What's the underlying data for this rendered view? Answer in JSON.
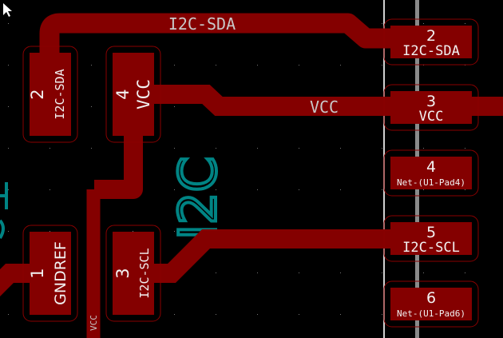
{
  "colors": {
    "copper": "#840000",
    "silk": "#008484",
    "outline": "#8a0000",
    "background": "#000000",
    "trace_label": "#c8c8c8"
  },
  "traces": {
    "sda_label": "I2C-SDA",
    "vcc_label": "VCC",
    "vcc_vertical_label": "VCC"
  },
  "silkscreen": {
    "ref_label": "I2C"
  },
  "left_pads": [
    {
      "number": "2",
      "net": "I2C-SDA"
    },
    {
      "number": "4",
      "net": "VCC"
    },
    {
      "number": "1",
      "net": "GNDREF"
    },
    {
      "number": "3",
      "net": "I2C-SCL"
    }
  ],
  "right_pads": [
    {
      "number": "2",
      "net": "I2C-SDA"
    },
    {
      "number": "3",
      "net": "VCC"
    },
    {
      "number": "4",
      "net": "Net-(U1-Pad4)"
    },
    {
      "number": "5",
      "net": "I2C-SCL"
    },
    {
      "number": "6",
      "net": "Net-(U1-Pad6)"
    }
  ],
  "cursor_icon": "arrow-pointer-icon"
}
